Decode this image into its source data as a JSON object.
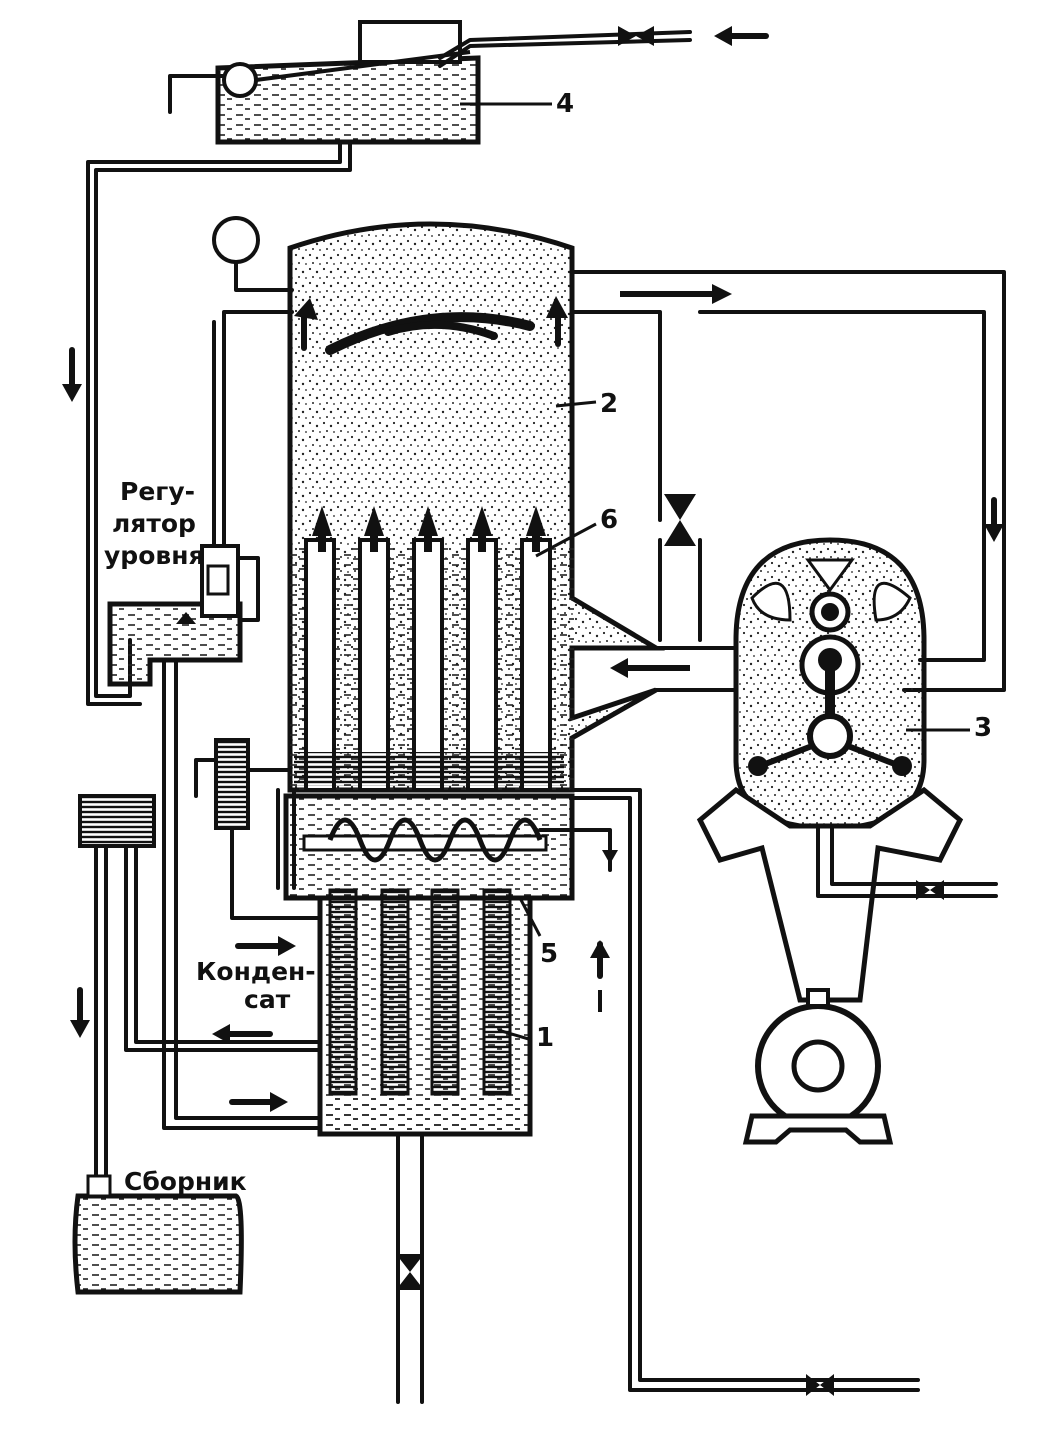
{
  "diagram": {
    "callouts": {
      "tube_bundle_lower": "1",
      "separator": "2",
      "compressor": "3",
      "feed_tank": "4",
      "heat_exchanger": "5",
      "tube_bundle_upper": "6"
    },
    "labels": {
      "level_regulator": [
        "Регу-",
        "лятор",
        "уровня"
      ],
      "condensate": [
        "Конден-",
        "сат"
      ],
      "collector": "Сборник"
    },
    "colors": {
      "ink": "#111111",
      "paper": "#ffffff",
      "stipple": "#222222"
    }
  }
}
